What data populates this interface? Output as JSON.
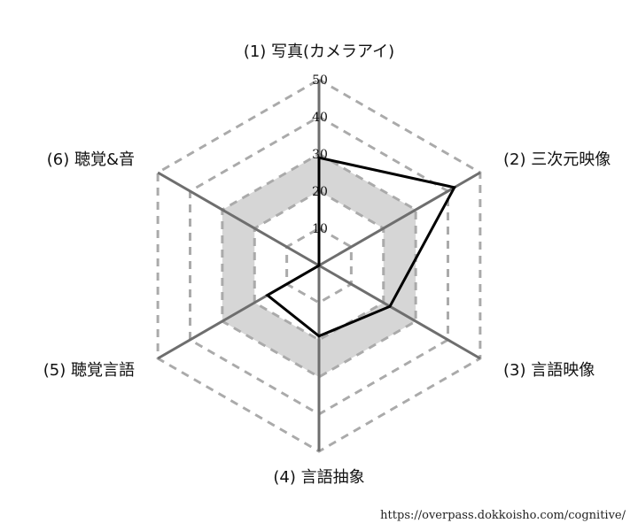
{
  "chart_data": {
    "type": "radar",
    "axes": [
      "(1) 写真(カメラアイ)",
      "(2) 三次元映像",
      "(3) 言語映像",
      "(4) 言語抽象",
      "(5) 聴覚言語",
      "(6) 聴覚&音"
    ],
    "ticks": [
      10,
      20,
      30,
      40,
      50
    ],
    "tick_labels": [
      "10",
      "20",
      "30",
      "40",
      "50"
    ],
    "rlim": [
      0,
      50
    ],
    "grid": true,
    "series": [
      {
        "values": [
          29,
          42,
          22,
          19,
          16,
          0
        ]
      }
    ],
    "highlight_band": [
      20,
      30
    ],
    "colors": {
      "series": "#000000",
      "grid": "#aaaaaa",
      "axes": "#6e6e6e",
      "band": "#d6d6d6"
    }
  },
  "source_url": "https://overpass.dokkoisho.com/cognitive/"
}
